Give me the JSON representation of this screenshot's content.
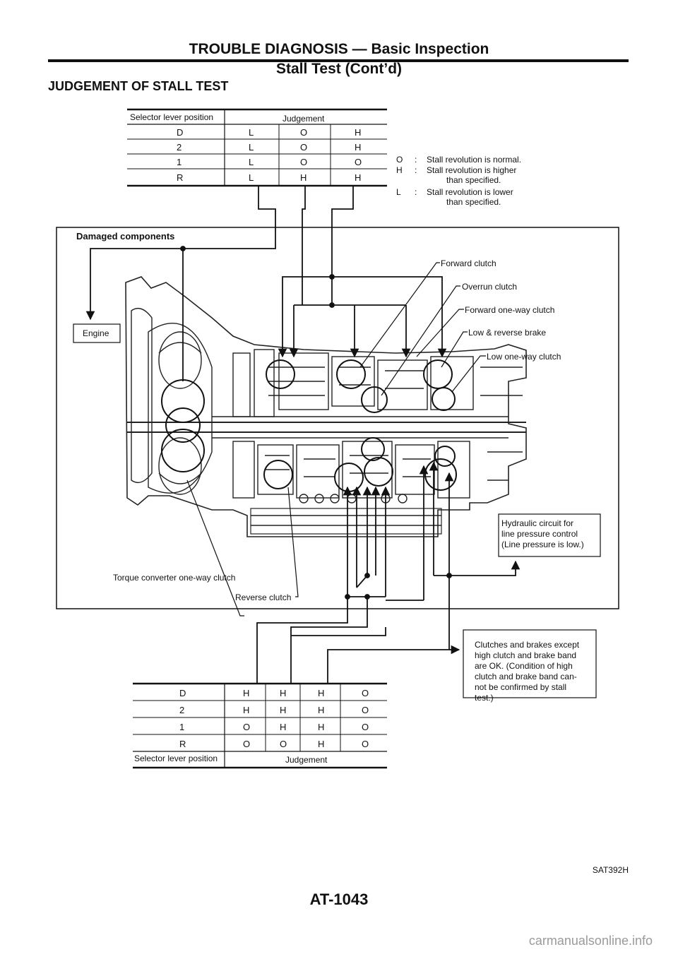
{
  "header": {
    "title": "TROUBLE DIAGNOSIS — Basic Inspection",
    "subtitle": "Stall Test (Cont’d)"
  },
  "section_title": "JUDGEMENT OF STALL TEST",
  "top_table": {
    "col1_header": "Selector lever position",
    "col2_header": "Judgement",
    "rows": [
      {
        "pos": "D",
        "vals": [
          "L",
          "O",
          "H"
        ]
      },
      {
        "pos": "2",
        "vals": [
          "L",
          "O",
          "H"
        ]
      },
      {
        "pos": "1",
        "vals": [
          "L",
          "O",
          "O"
        ]
      },
      {
        "pos": "R",
        "vals": [
          "L",
          "H",
          "H"
        ]
      }
    ]
  },
  "legend": [
    {
      "key": "O",
      "text1": "Stall revolution is normal.",
      "text2": ""
    },
    {
      "key": "H",
      "text1": "Stall revolution is higher",
      "text2": "than specified."
    },
    {
      "key": "L",
      "text1": "Stall revolution is lower",
      "text2": "than specified."
    }
  ],
  "legend_sep": ":",
  "damaged_title": "Damaged components",
  "engine_label": "Engine",
  "components": [
    "Forward clutch",
    "Overrun clutch",
    "Forward one-way clutch",
    "Low & reverse brake",
    "Low one-way clutch"
  ],
  "torque_label": "Torque converter one-way clutch",
  "reverse_label": "Reverse clutch",
  "hydraulic_lines": [
    "Hydraulic circuit for",
    "line pressure control",
    "(Line pressure is low.)"
  ],
  "clutches_lines": [
    "Clutches and brakes except",
    "high clutch and brake band",
    "are OK. (Condition of high",
    "clutch and brake band can-",
    "not be confirmed by stall",
    "test.)"
  ],
  "bottom_table": {
    "col1_header": "Selector lever position",
    "col2_header": "Judgement",
    "rows": [
      {
        "pos": "D",
        "vals": [
          "H",
          "H",
          "H",
          "O"
        ]
      },
      {
        "pos": "2",
        "vals": [
          "H",
          "H",
          "H",
          "O"
        ]
      },
      {
        "pos": "1",
        "vals": [
          "O",
          "H",
          "H",
          "O"
        ]
      },
      {
        "pos": "R",
        "vals": [
          "O",
          "O",
          "H",
          "O"
        ]
      }
    ]
  },
  "figure_id": "SAT392H",
  "page_number": "AT-1043",
  "watermark": "carmanualsonline.info"
}
